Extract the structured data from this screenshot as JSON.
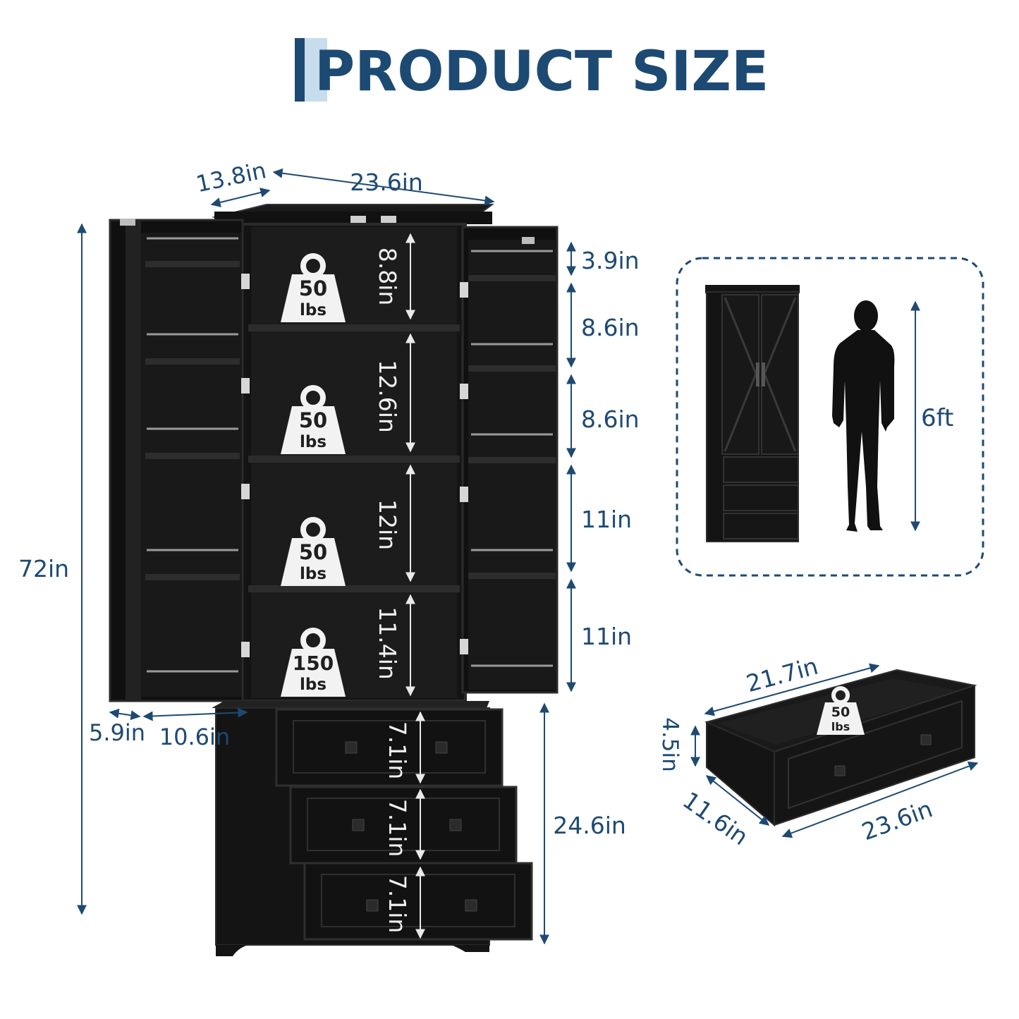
{
  "title": "PRODUCT SIZE",
  "colors": {
    "accent": "#1d4a73",
    "accent_light": "#c7dcec",
    "cabinet": "#141414",
    "cabinet_edge": "#2b2b2b",
    "badge": "#f2f2f2",
    "badge_text": "#1f1f1f"
  },
  "dimensions": {
    "depth_top": "13.8in",
    "width_top": "23.6in",
    "height_total": "72in",
    "door_shelf_1": "3.9in",
    "door_shelf_2": "8.6in",
    "door_shelf_3": "8.6in",
    "door_shelf_4": "11in",
    "door_shelf_5": "11in",
    "door_depth_1": "5.9in",
    "door_depth_2": "10.6in",
    "drawer_section_height": "24.6in",
    "shelf_heights": [
      "8.8in",
      "12.6in",
      "12in",
      "11.4in"
    ],
    "drawer_heights": [
      "7.1in",
      "7.1in",
      "7.1in"
    ]
  },
  "load_badges": [
    {
      "value": "50",
      "unit": "lbs"
    },
    {
      "value": "50",
      "unit": "lbs"
    },
    {
      "value": "50",
      "unit": "lbs"
    },
    {
      "value": "150",
      "unit": "lbs"
    }
  ],
  "height_comparison": {
    "height_label": "6ft",
    "icons": [
      "cabinet-icon",
      "person-silhouette-icon"
    ]
  },
  "drawer_detail": {
    "width": "21.7in",
    "height": "4.5in",
    "depth": "11.6in",
    "front_width": "23.6in",
    "load": {
      "value": "50",
      "unit": "lbs"
    }
  }
}
